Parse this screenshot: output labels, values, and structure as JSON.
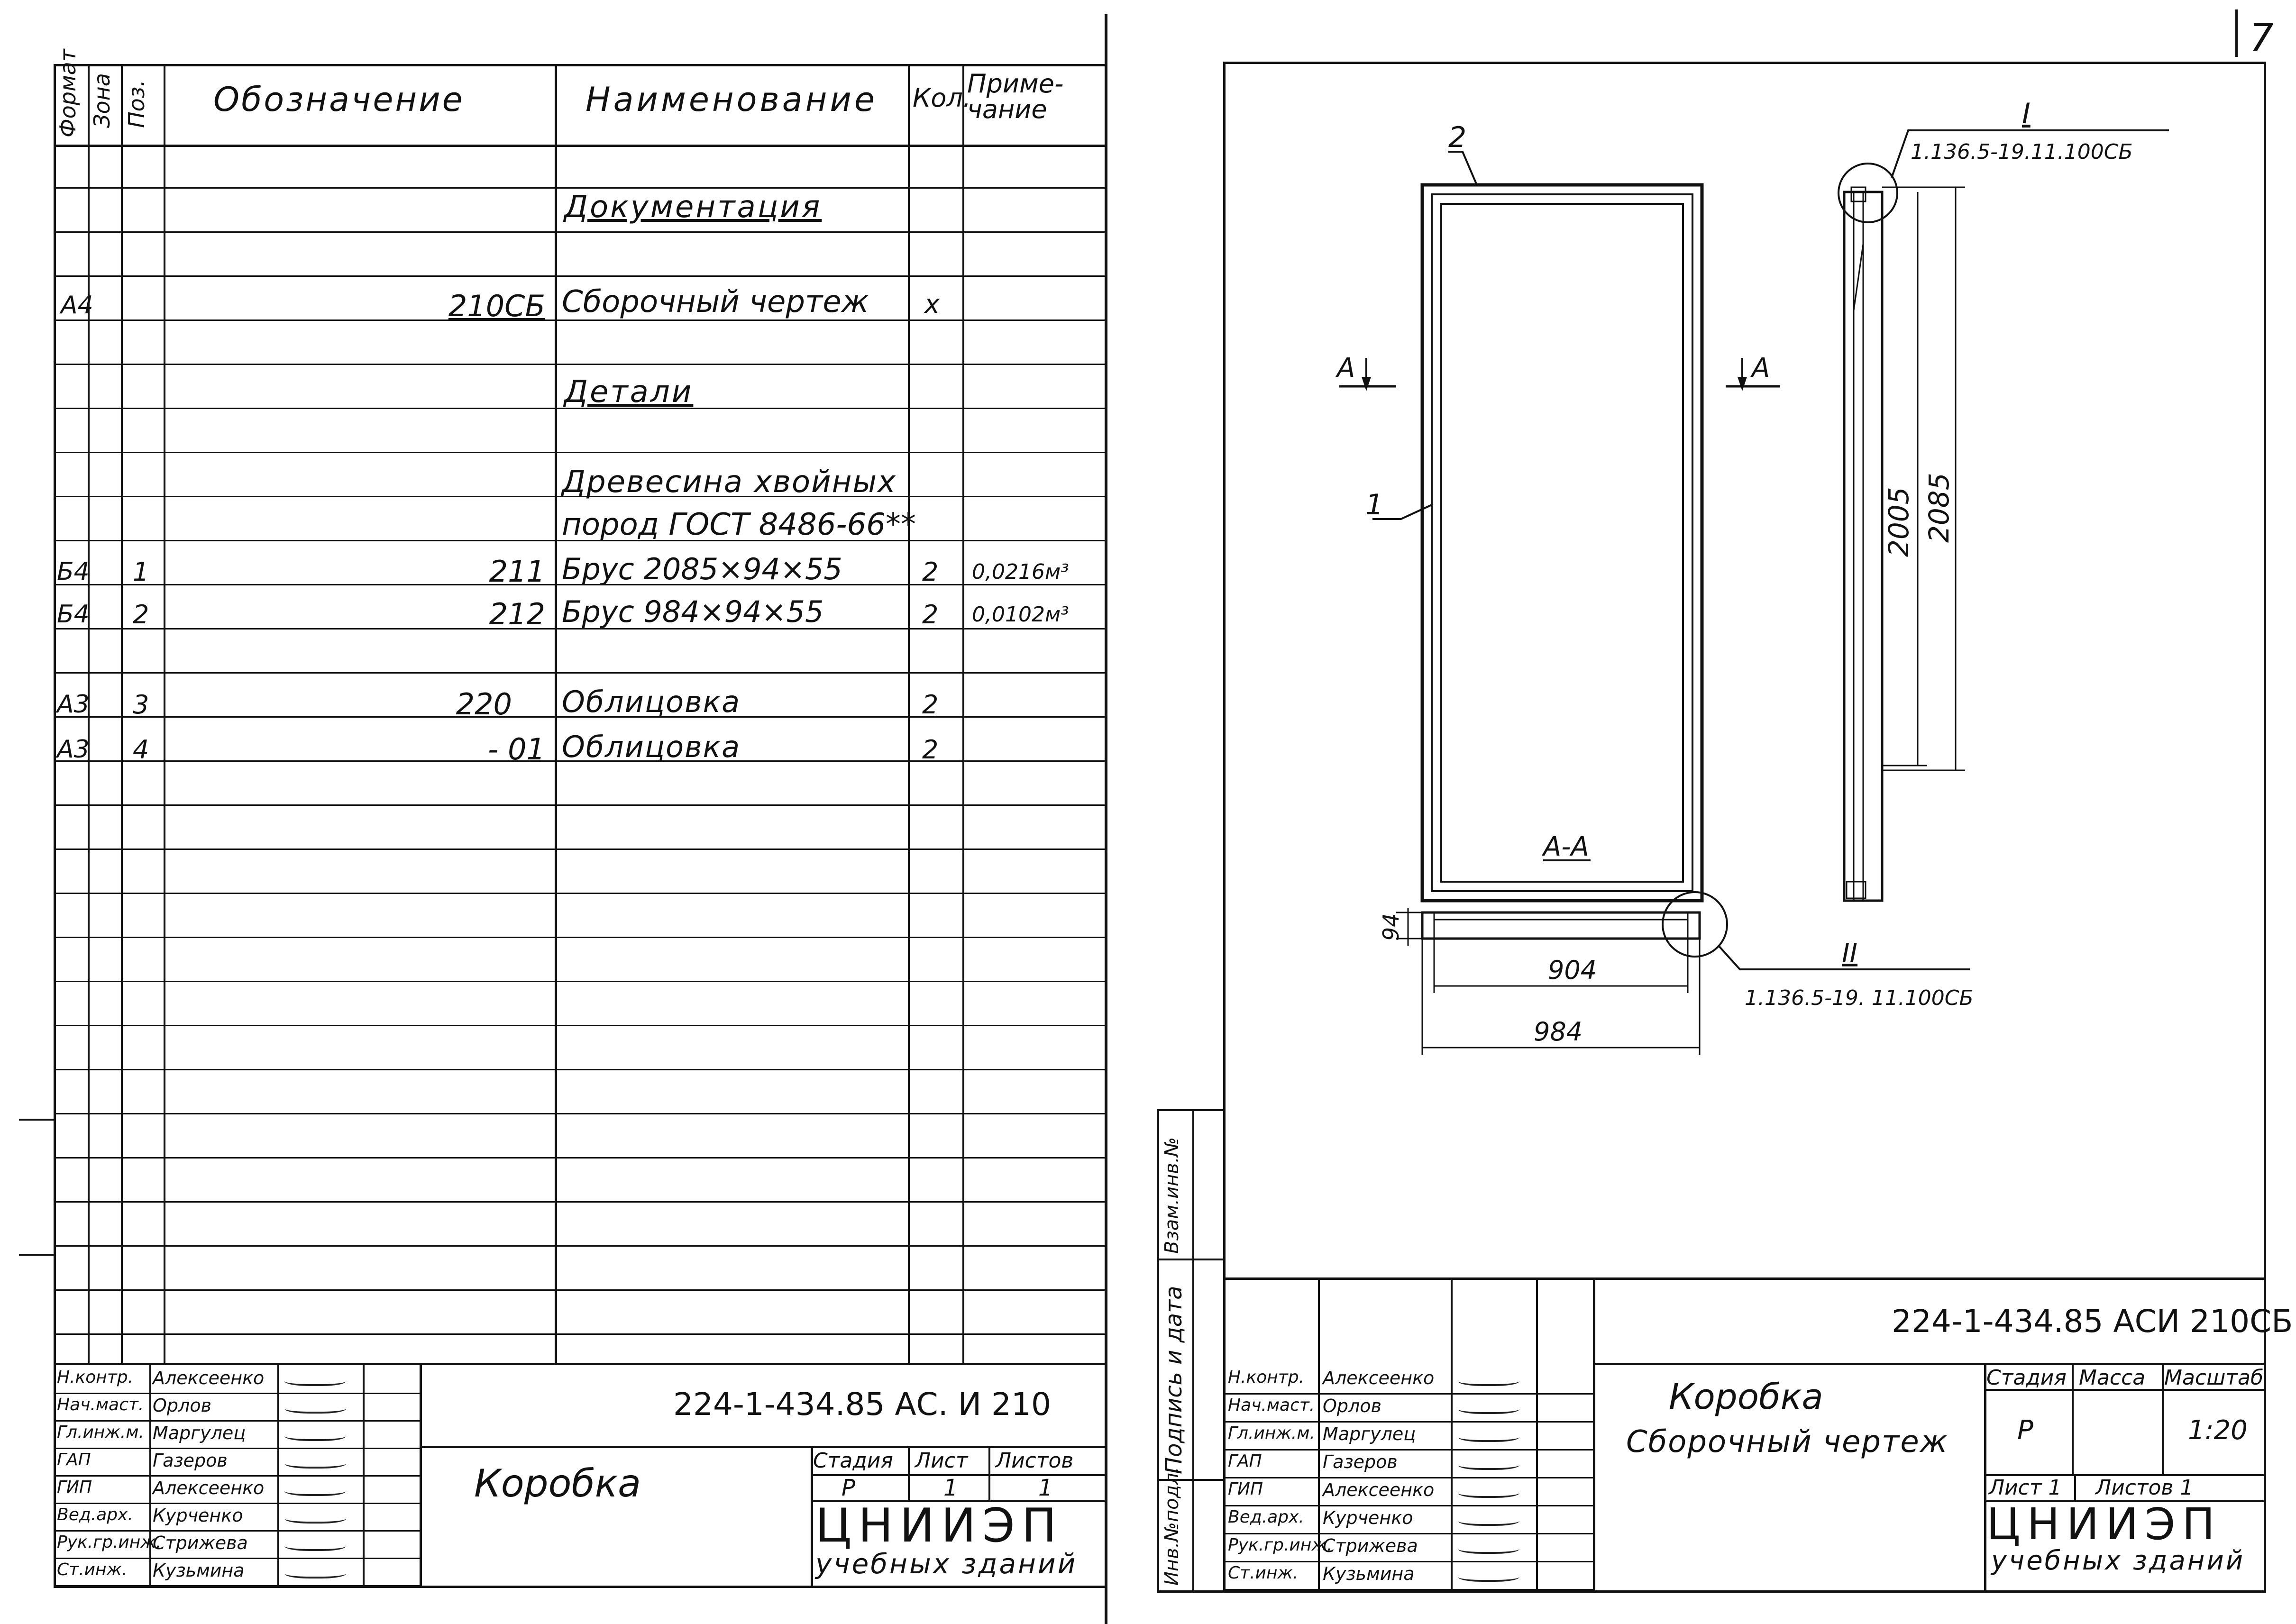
{
  "spec": {
    "headers": {
      "format": "Формат",
      "zone": "Зона",
      "pos": "Поз.",
      "designation": "Обозначение",
      "name": "Наименование",
      "qty": "Кол.",
      "note": "Приме-\nчание"
    },
    "rows": [
      {
        "format": "",
        "pos": "",
        "designation": "",
        "name": "Документация",
        "qty": "",
        "note": "",
        "heading": true
      },
      {
        "format": "А4",
        "pos": "",
        "designation": "210СБ",
        "name": "Сборочный чертеж",
        "qty": "х",
        "note": ""
      },
      {
        "format": "",
        "pos": "",
        "designation": "",
        "name": "Детали",
        "qty": "",
        "note": "",
        "heading": true
      },
      {
        "format": "",
        "pos": "",
        "designation": "",
        "name": "Древесина хвойных",
        "qty": "",
        "note": ""
      },
      {
        "format": "",
        "pos": "",
        "designation": "",
        "name": "пород ГОСТ 8486-66**",
        "qty": "",
        "note": ""
      },
      {
        "format": "Б4",
        "pos": "1",
        "designation": "211",
        "name": "Брус 2085×94×55",
        "qty": "2",
        "note": "0,0216м³"
      },
      {
        "format": "Б4",
        "pos": "2",
        "designation": "212",
        "name": "Брус 984×94×55",
        "qty": "2",
        "note": "0,0102м³"
      },
      {
        "format": "А3",
        "pos": "3",
        "designation": "220",
        "name": "Облицовка",
        "qty": "2",
        "note": ""
      },
      {
        "format": "А3",
        "pos": "4",
        "designation": "- 01",
        "name": "Облицовка",
        "qty": "2",
        "note": ""
      }
    ]
  },
  "left_title_block": {
    "code": "224-1-434.85 АС. И 210",
    "title": "Коробка",
    "stage_label": "Стадия",
    "sheet_label": "Лист",
    "sheets_label": "Листов",
    "stage": "Р",
    "sheet": "1",
    "sheets": "1",
    "org_line1": "ЦНИИЭП",
    "org_line2": "учебных зданий",
    "people": [
      {
        "role": "Н.контр.",
        "name": "Алексеенко"
      },
      {
        "role": "Нач.маст.",
        "name": "Орлов"
      },
      {
        "role": "Гл.инж.м.",
        "name": "Маргулец"
      },
      {
        "role": "ГАП",
        "name": "Газеров"
      },
      {
        "role": "ГИП",
        "name": "Алексеенко"
      },
      {
        "role": "Вед.арх.",
        "name": "Курченко"
      },
      {
        "role": "Рук.гр.инж.",
        "name": "Стрижева"
      },
      {
        "role": "Ст.инж.",
        "name": "Кузьмина"
      }
    ]
  },
  "right_title_block": {
    "code": "224-1-434.85 АСИ 210СБ",
    "title_line1": "Коробка",
    "title_line2": "Сборочный чертеж",
    "stage_label": "Стадия",
    "mass_label": "Масса",
    "scale_label": "Масштаб",
    "stage": "Р",
    "scale": "1:20",
    "sheet_text": "Лист 1",
    "sheets_text": "Листов 1",
    "org_line1": "ЦНИИЭП",
    "org_line2": "учебных зданий",
    "people": [
      {
        "role": "Н.контр.",
        "name": "Алексеенко"
      },
      {
        "role": "Нач.маст.",
        "name": "Орлов"
      },
      {
        "role": "Гл.инж.м.",
        "name": "Маргулец"
      },
      {
        "role": "ГАП",
        "name": "Газеров"
      },
      {
        "role": "ГИП",
        "name": "Алексеенко"
      },
      {
        "role": "Вед.арх.",
        "name": "Курченко"
      },
      {
        "role": "Рук.гр.инж.",
        "name": "Стрижева"
      },
      {
        "role": "Ст.инж.",
        "name": "Кузьмина"
      }
    ]
  },
  "side_stamp": {
    "inv": "Инв.№подл.",
    "sign": "Подпись и дата",
    "vzam": "Взам.инв.№"
  },
  "page_number": "7",
  "drawing": {
    "label_1": "1",
    "label_2": "2",
    "label_I": "I",
    "label_II": "II",
    "ref_I": "1.136.5-19.11.100СБ",
    "ref_II": "1.136.5-19. 11.100СБ",
    "section_mark": "А",
    "section_title": "А-А",
    "dim_2005": "2005",
    "dim_2085": "2085",
    "dim_904": "904",
    "dim_984": "984",
    "dim_94": "94"
  }
}
